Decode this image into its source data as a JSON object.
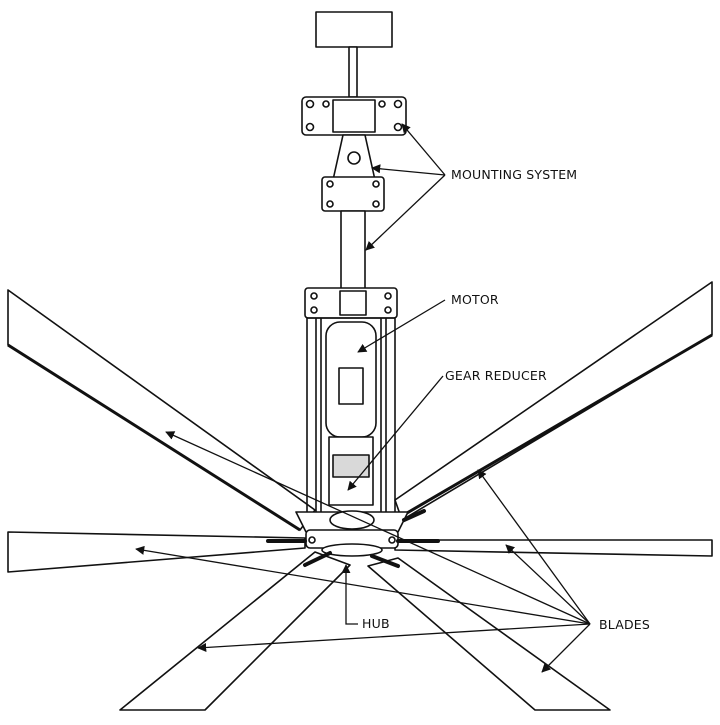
{
  "diagram": {
    "labels": {
      "mounting_system": "MOUNTING SYSTEM",
      "motor": "MOTOR",
      "gear_reducer": "GEAR REDUCER",
      "hub": "HUB",
      "blades": "BLADES"
    },
    "colors": {
      "line": "#111111",
      "fill": "#ffffff",
      "shade": "#d9d9d9"
    }
  }
}
